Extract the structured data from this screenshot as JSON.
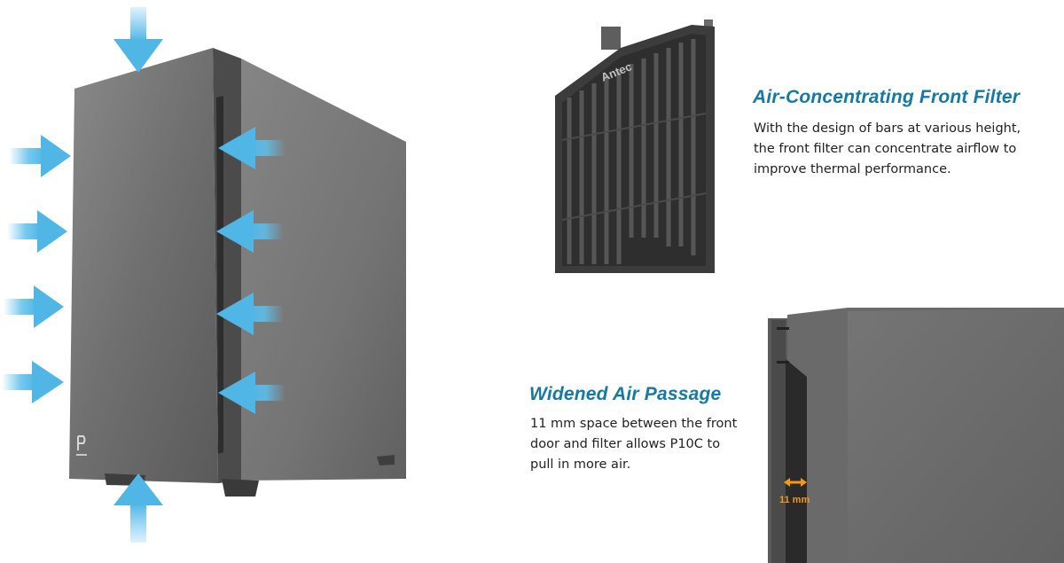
{
  "feature_filter": {
    "title": "Air-Concentrating Front Filter",
    "description_lines": [
      "With the design of bars at various height,",
      "the front filter can concentrate airflow to",
      "improve thermal performance."
    ],
    "brand_text": "Antec"
  },
  "feature_passage": {
    "title": "Widened Air Passage",
    "description_lines": [
      "11 mm space between the front",
      "door and filter allows P10C to",
      "pull in more air."
    ],
    "gap_label": "11 mm"
  },
  "colors": {
    "title_blue": "#1579a6",
    "arrow_blue": "#5ec0ec",
    "measure_orange": "#f39a13",
    "case_gray": "#6e6e6e"
  }
}
